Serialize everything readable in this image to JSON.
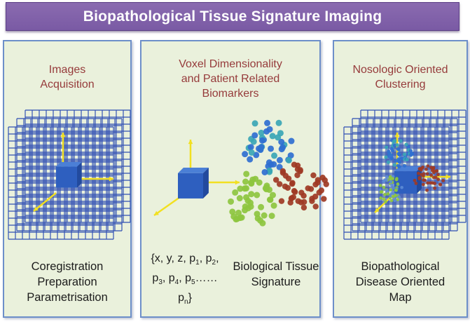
{
  "title": "Biopathological Tissue Signature Imaging",
  "colors": {
    "title_bg": "#7a5aa4",
    "panel_bg": "#eaf1dc",
    "panel_border": "#6d8fc9",
    "heading_text": "#963b3b",
    "grid": "#3352b5",
    "cube": "#2e5fbf",
    "axis_arrow": "#f2e021",
    "cluster_blue": "#2f6fd0",
    "cluster_teal": "#3aa6b5",
    "cluster_green": "#8dc63f",
    "cluster_red": "#9e3a24"
  },
  "panels": [
    {
      "heading": [
        "Images",
        "Acquisition"
      ],
      "caption": [
        "Coregistration",
        "Preparation",
        "Parametrisation"
      ],
      "graphic": "stacked-voxel-grids-with-cube-and-axes"
    },
    {
      "heading": [
        "Voxel Dimensionality",
        "and Patient Related",
        "Biomarkers"
      ],
      "formula": {
        "line1": [
          "{x, y, z, p",
          "1",
          ", p",
          "2",
          ","
        ],
        "line2": [
          "p",
          "3",
          ", p",
          "4",
          ", p",
          "5",
          "……"
        ],
        "line3": [
          "p",
          "n",
          "}"
        ]
      },
      "caption": [
        "Biological Tissue",
        "Signature"
      ],
      "graphic": "cube-with-axes-and-three-point-clusters",
      "clusters": [
        "blue",
        "green",
        "red"
      ]
    },
    {
      "heading": [
        "Nosologic Oriented",
        "Clustering"
      ],
      "caption": [
        "Biopathological",
        "Disease Oriented",
        "Map"
      ],
      "graphic": "stacked-voxel-grids-with-clustered-cube"
    }
  ]
}
